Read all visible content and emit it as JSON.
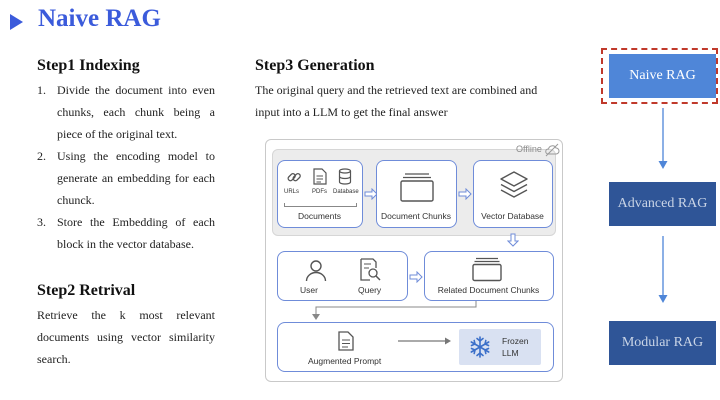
{
  "page": {
    "title": "Naive RAG"
  },
  "step1": {
    "heading": "Step1 Indexing",
    "items": [
      {
        "num": "1.",
        "text": "Divide the document into even chunks, each chunk being a piece of the original text."
      },
      {
        "num": "2.",
        "text": "Using the encoding model to generate an embedding for each chunck."
      },
      {
        "num": "3.",
        "text": "Store the Embedding of each block in the vector database."
      }
    ]
  },
  "step2": {
    "heading": "Step2 Retrival",
    "text": "Retrieve the k most relevant documents using vector similarity search."
  },
  "step3": {
    "heading": "Step3 Generation",
    "text": "The original query and the retrieved text are combined and input into a LLM to get the final answer"
  },
  "flow": {
    "naive": "Naive RAG",
    "advanced": "Advanced RAG",
    "modular": "Modular RAG",
    "colors": {
      "naive": "#4f86d8",
      "advanced": "#2f5597",
      "modular": "#2f5597",
      "highlight": "#c0392b"
    }
  },
  "diagram": {
    "offline_label": "Offline",
    "urls_label": "URLs",
    "pdfs_label": "PDFs",
    "database_label": "Database",
    "documents_label": "Documents",
    "document_chunks_label": "Document Chunks",
    "vector_database_label": "Vector Database",
    "user_label": "User",
    "query_label": "Query",
    "related_chunks_label": "Related Document Chunks",
    "augmented_prompt_label": "Augmented Prompt",
    "frozen_llm_label": "Frozen\nLLM"
  }
}
